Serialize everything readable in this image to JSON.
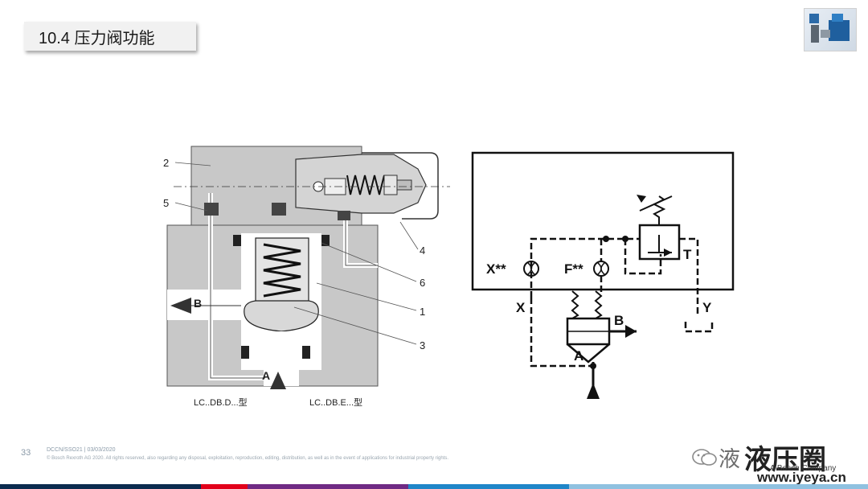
{
  "title": "10.4 压力阀功能",
  "diagram": {
    "left_labels": [
      "2",
      "5"
    ],
    "right_labels": [
      "4",
      "6",
      "1",
      "3"
    ],
    "port_b_left": "B",
    "port_a_left": "A",
    "caption_left": "LC..DB.D...型",
    "caption_right": "LC..DB.E...型",
    "symbol": {
      "x_orifice": "X**",
      "f_orifice": "F**",
      "port_x": "X",
      "port_y": "Y",
      "port_t": "T",
      "port_b": "B",
      "port_a": "A"
    }
  },
  "footer": {
    "page_number": "33",
    "line1": "DCCN/SSO21 | 03/03/2020",
    "line2": "© Bosch Rexroth AG 2020. All rights reserved, also regarding any disposal, exploitation, reproduction, editing, distribution, as well as in the event of applications for industrial property rights."
  },
  "watermark": {
    "text_prefix": "液",
    "text_main": "液压圈",
    "company": "A Bosch Company",
    "site": "www.iyeya.cn"
  },
  "colors": {
    "accent_blue": "#1f86c8",
    "accent_red": "#e2001a",
    "dark_blue": "#0b2b4f",
    "housing_gray": "#c8c8c8"
  }
}
